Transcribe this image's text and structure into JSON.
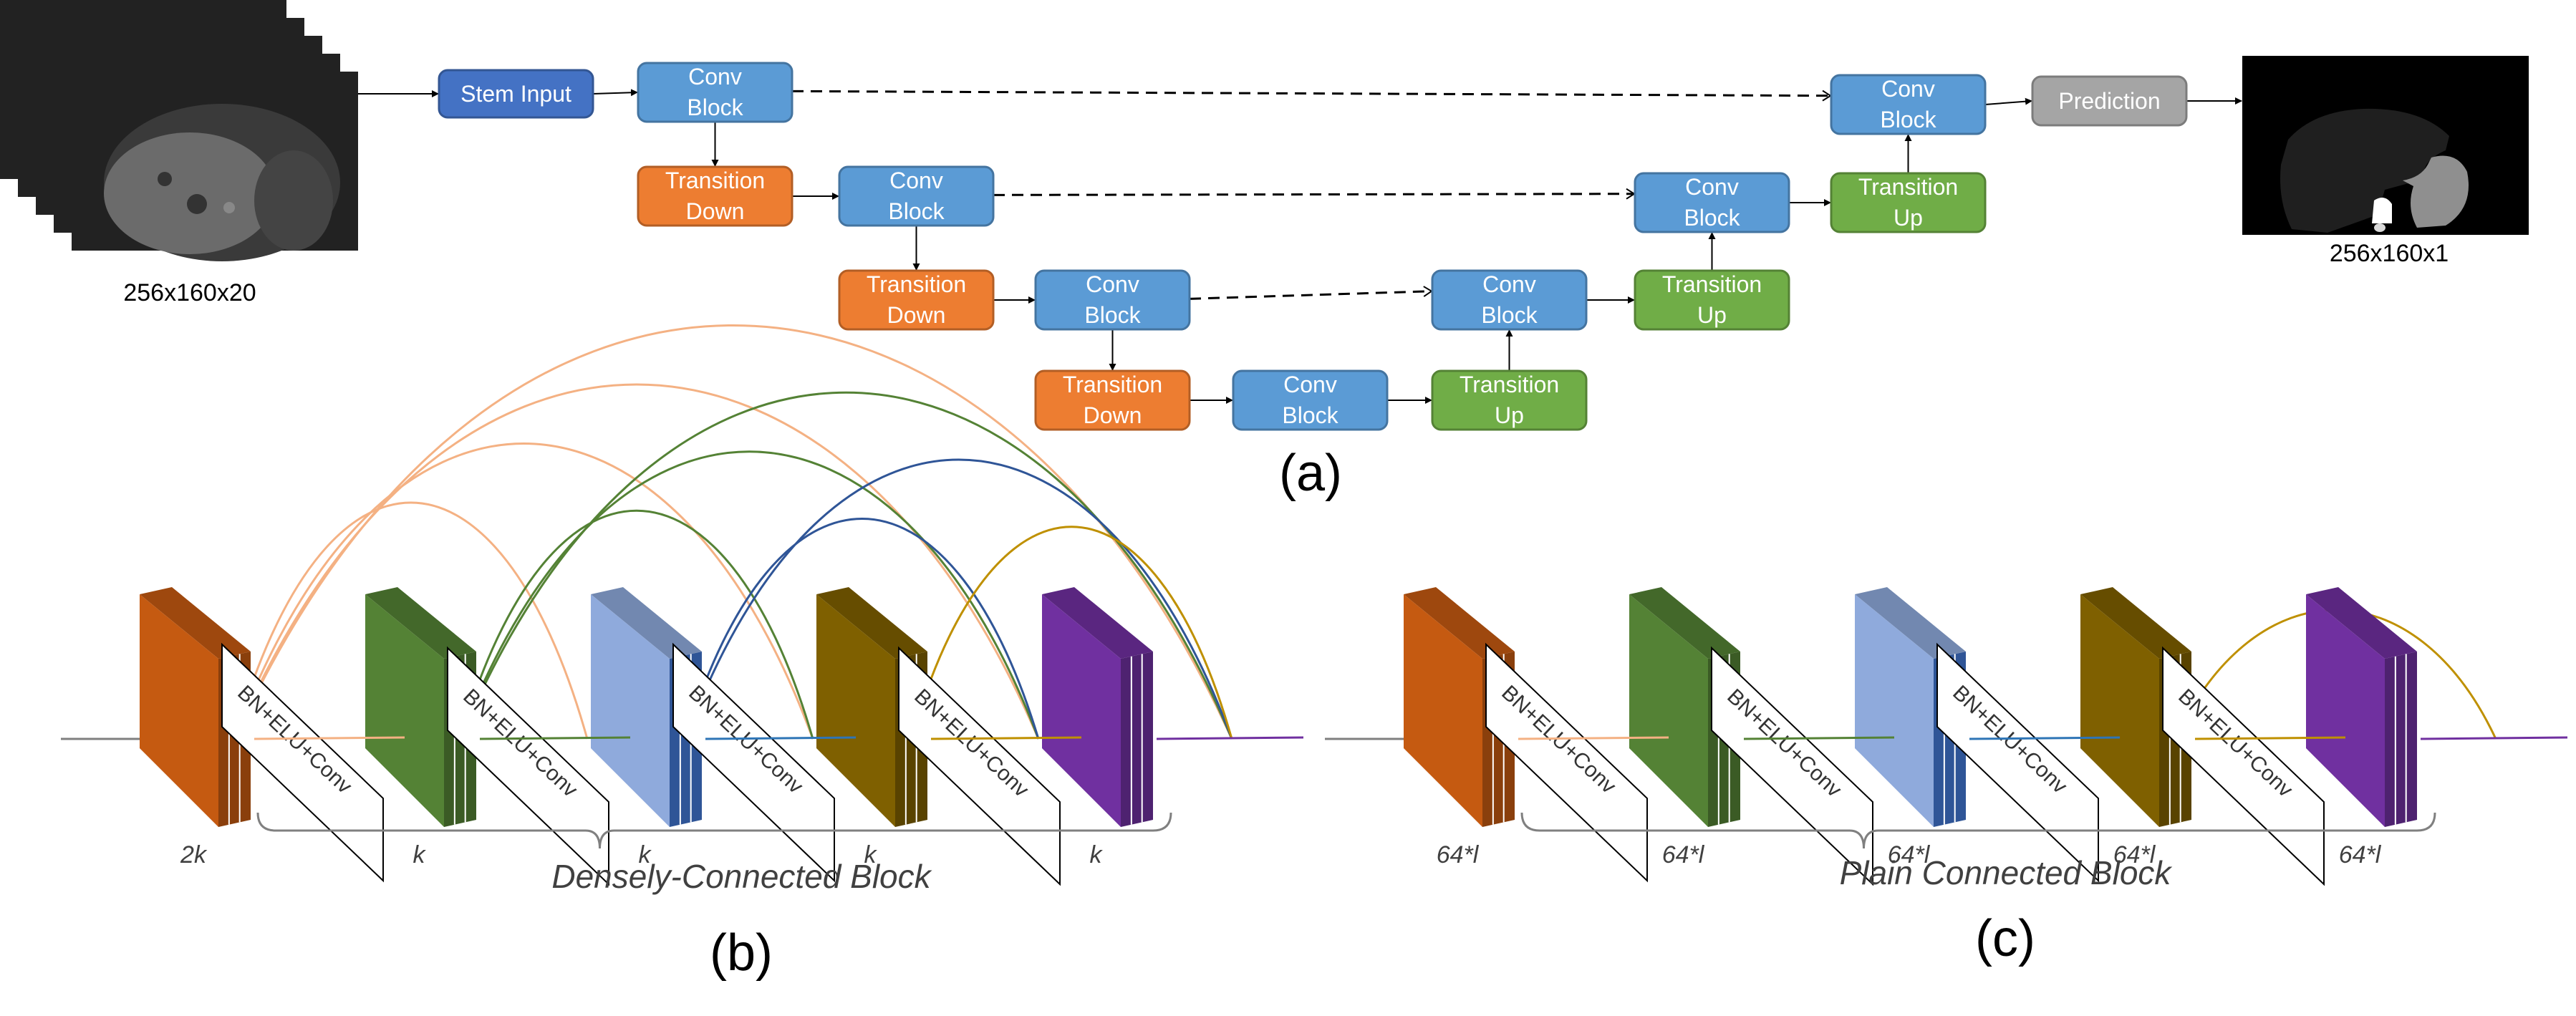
{
  "figure": {
    "panel_a": {
      "caption": "(a)",
      "input_label": "256x160x20",
      "output_label": "256x160x1",
      "input_image": "mri-slice-stack",
      "output_image": "segmentation-mask",
      "nodes": [
        {
          "id": "stem",
          "label": [
            "Stem Input"
          ],
          "type": "stem",
          "color": "#4472C4"
        },
        {
          "id": "conv1",
          "label": [
            "Conv",
            "Block"
          ],
          "type": "conv",
          "color": "#5B9BD5"
        },
        {
          "id": "td1",
          "label": [
            "Transition",
            "Down"
          ],
          "type": "down",
          "color": "#ED7D31"
        },
        {
          "id": "conv2",
          "label": [
            "Conv",
            "Block"
          ],
          "type": "conv",
          "color": "#5B9BD5"
        },
        {
          "id": "td2",
          "label": [
            "Transition",
            "Down"
          ],
          "type": "down",
          "color": "#ED7D31"
        },
        {
          "id": "conv3",
          "label": [
            "Conv",
            "Block"
          ],
          "type": "conv",
          "color": "#5B9BD5"
        },
        {
          "id": "td3",
          "label": [
            "Transition",
            "Down"
          ],
          "type": "down",
          "color": "#ED7D31"
        },
        {
          "id": "conv4",
          "label": [
            "Conv",
            "Block"
          ],
          "type": "conv",
          "color": "#5B9BD5"
        },
        {
          "id": "tu1",
          "label": [
            "Transition",
            "Up"
          ],
          "type": "up",
          "color": "#70AD47"
        },
        {
          "id": "conv5",
          "label": [
            "Conv",
            "Block"
          ],
          "type": "conv",
          "color": "#5B9BD5"
        },
        {
          "id": "tu2",
          "label": [
            "Transition",
            "Up"
          ],
          "type": "up",
          "color": "#70AD47"
        },
        {
          "id": "conv6",
          "label": [
            "Conv",
            "Block"
          ],
          "type": "conv",
          "color": "#5B9BD5"
        },
        {
          "id": "tu3",
          "label": [
            "Transition",
            "Up"
          ],
          "type": "up",
          "color": "#70AD47"
        },
        {
          "id": "conv7",
          "label": [
            "Conv",
            "Block"
          ],
          "type": "conv",
          "color": "#5B9BD5"
        },
        {
          "id": "pred",
          "label": [
            "Prediction"
          ],
          "type": "pred",
          "color": "#A5A5A5"
        }
      ],
      "edges": [
        {
          "from": "input",
          "to": "stem",
          "style": "solid"
        },
        {
          "from": "stem",
          "to": "conv1",
          "style": "solid"
        },
        {
          "from": "conv1",
          "to": "td1",
          "style": "solid"
        },
        {
          "from": "td1",
          "to": "conv2",
          "style": "solid"
        },
        {
          "from": "conv2",
          "to": "td2",
          "style": "solid"
        },
        {
          "from": "td2",
          "to": "conv3",
          "style": "solid"
        },
        {
          "from": "conv3",
          "to": "td3",
          "style": "solid"
        },
        {
          "from": "td3",
          "to": "conv4",
          "style": "solid"
        },
        {
          "from": "conv4",
          "to": "tu1",
          "style": "solid"
        },
        {
          "from": "tu1",
          "to": "conv5",
          "style": "solid"
        },
        {
          "from": "conv5",
          "to": "tu2",
          "style": "solid"
        },
        {
          "from": "tu2",
          "to": "conv6",
          "style": "solid"
        },
        {
          "from": "conv6",
          "to": "tu3",
          "style": "solid"
        },
        {
          "from": "tu3",
          "to": "conv7",
          "style": "solid"
        },
        {
          "from": "conv7",
          "to": "pred",
          "style": "solid"
        },
        {
          "from": "pred",
          "to": "output",
          "style": "solid"
        },
        {
          "from": "conv1",
          "to": "conv7",
          "style": "dashed"
        },
        {
          "from": "conv2",
          "to": "conv6",
          "style": "dashed"
        },
        {
          "from": "conv3",
          "to": "conv5",
          "style": "dashed"
        }
      ]
    },
    "panel_b": {
      "caption": "(b)",
      "block_title": "Densely-Connected Block",
      "op_label": "BN+ELU+Conv",
      "slab_labels": [
        "2k",
        "k",
        "k",
        "k",
        "k"
      ],
      "slab_colors": [
        "#C55A11",
        "#548235",
        "#8FAADC",
        "#7F6000",
        "#7030A0"
      ],
      "skip_colors": {
        "orange": "#F4B183",
        "green": "#548235",
        "blue": "#2F5597",
        "gold": "#BF9000"
      }
    },
    "panel_c": {
      "caption": "(c)",
      "block_title": "Plain Connected Block",
      "op_label": "BN+ELU+Conv",
      "slab_labels": [
        "64*l",
        "64*l",
        "64*l",
        "64*l",
        "64*l"
      ],
      "slab_colors": [
        "#C55A11",
        "#548235",
        "#8FAADC",
        "#7F6000",
        "#7030A0"
      ]
    }
  }
}
